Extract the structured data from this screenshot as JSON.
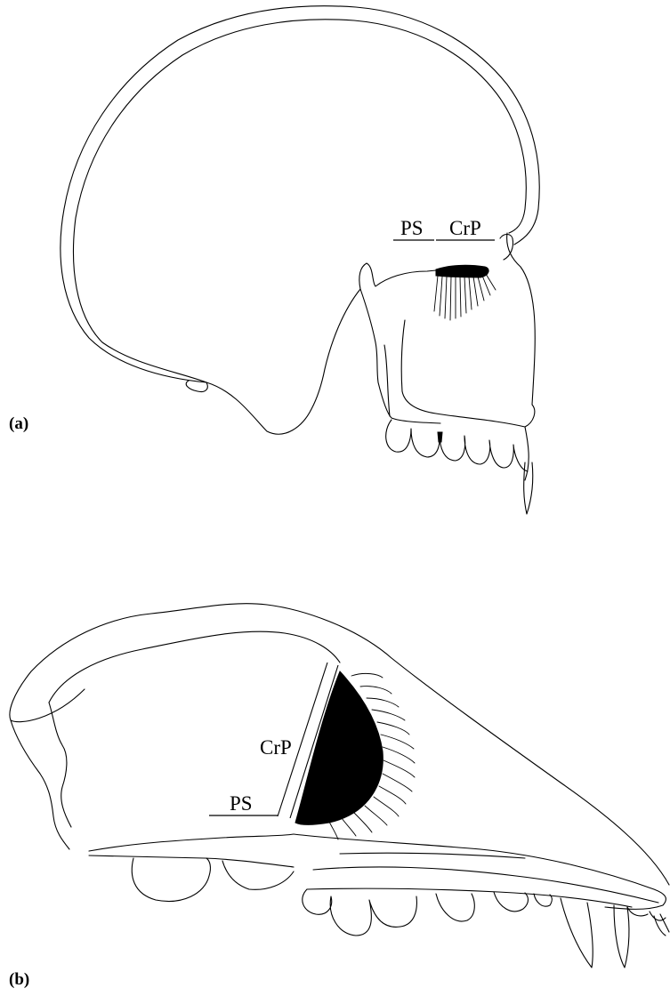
{
  "panels": [
    {
      "id": "a",
      "panel_label": "(a)",
      "labels": {
        "ps": "PS",
        "crp": "CrP"
      }
    },
    {
      "id": "b",
      "panel_label": "(b)",
      "labels": {
        "ps": "PS",
        "crp": "CrP"
      }
    }
  ],
  "colors": {
    "line": "#000000",
    "fill_marked_region": "#000000",
    "background": "#ffffff"
  }
}
